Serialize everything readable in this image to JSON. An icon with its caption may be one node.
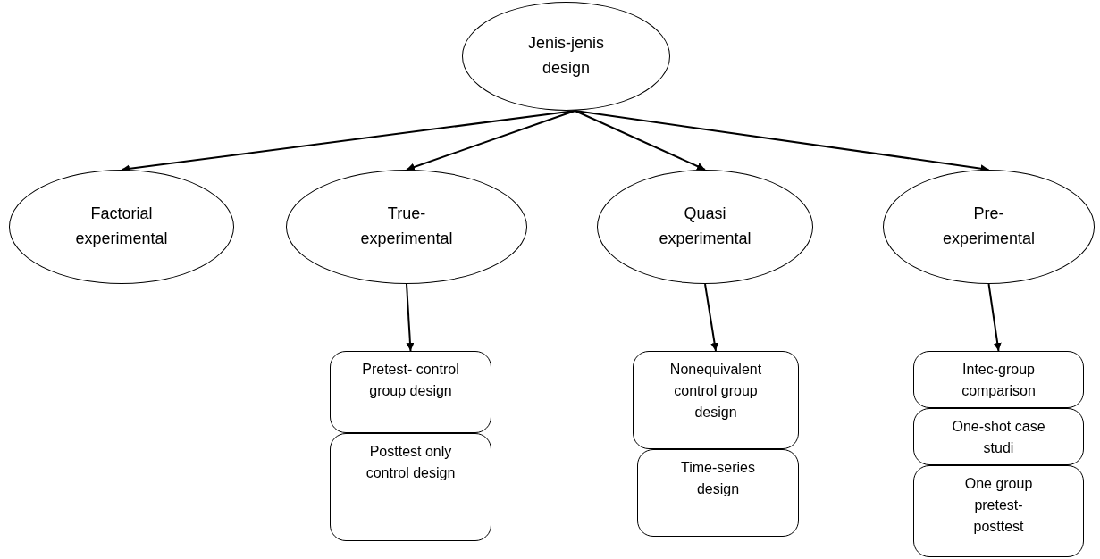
{
  "diagram": {
    "nodes": [
      {
        "text": [
          "Jenis-jenis design"
        ]
      },
      {
        "text": [
          "Factorial experimental"
        ]
      },
      {
        "text": [
          "True-experimental"
        ]
      },
      {
        "text": [
          "Quasi experimental"
        ]
      },
      {
        "text": [
          "Pre-experimental"
        ]
      },
      {
        "text": [
          "Pretest- control group design"
        ]
      },
      {
        "text": [
          "Posttest only control design"
        ]
      },
      {
        "text": [
          "Nonequivalent control group design"
        ]
      },
      {
        "text": [
          "Time-series design"
        ]
      },
      {
        "text": [
          "Intec-group comparison"
        ]
      },
      {
        "text": [
          "One-shot case studi"
        ]
      },
      {
        "text": [
          "One group pretest- posttest"
        ]
      }
    ],
    "edges": [
      {
        "from": 0,
        "to": 1,
        "arrow": "to"
      },
      {
        "from": 0,
        "to": 2,
        "arrow": "to"
      },
      {
        "from": 0,
        "to": 3,
        "arrow": "to"
      },
      {
        "from": 0,
        "to": 4,
        "arrow": "to"
      },
      {
        "from": 2,
        "to": 5,
        "arrow": "to"
      },
      {
        "from": 3,
        "to": 7,
        "arrow": "to"
      },
      {
        "from": 4,
        "to": 9,
        "arrow": "to"
      }
    ]
  }
}
